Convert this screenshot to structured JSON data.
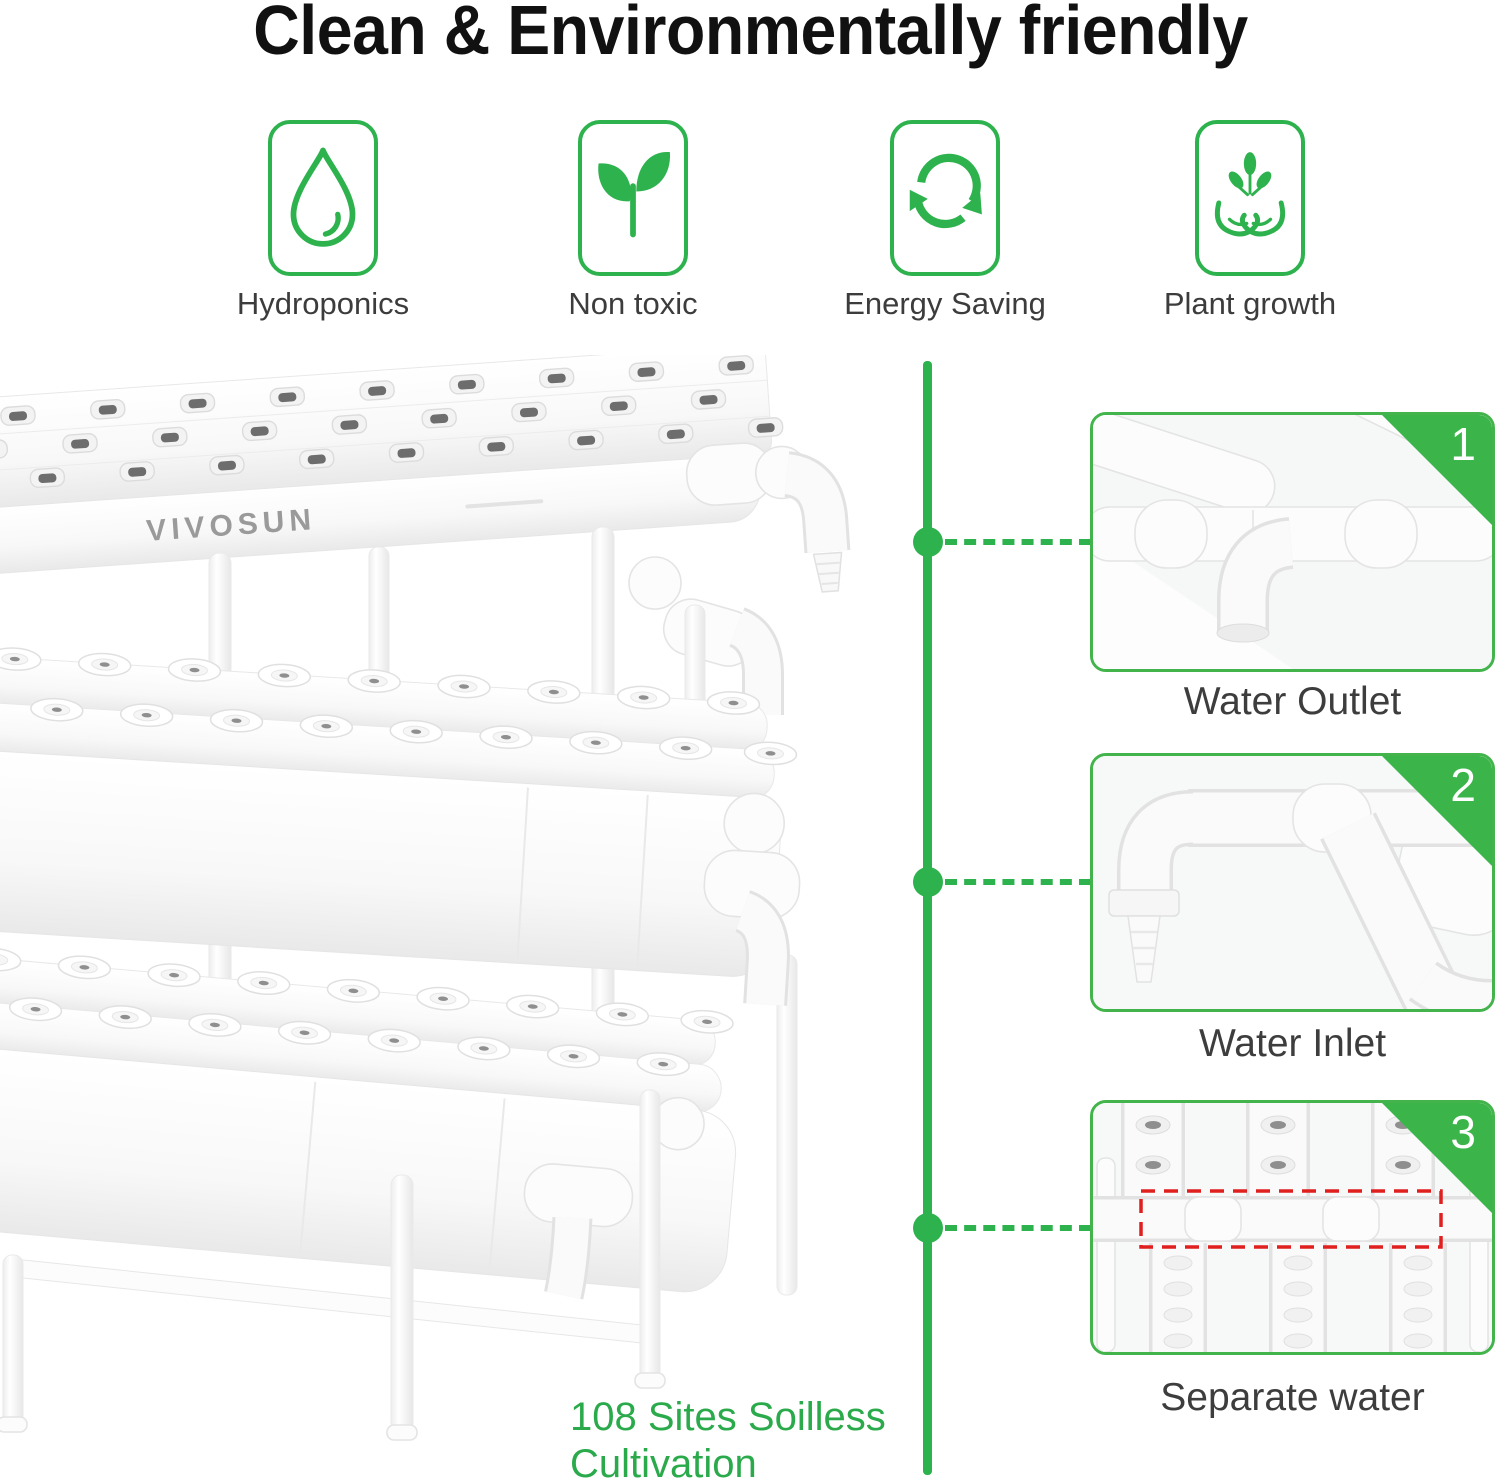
{
  "title": "Clean & Environmentally friendly",
  "features": [
    {
      "icon": "water-drop-icon",
      "label": "Hydroponics"
    },
    {
      "icon": "sprout-icon",
      "label": "Non toxic"
    },
    {
      "icon": "recycle-icon",
      "label": "Energy Saving"
    },
    {
      "icon": "plant-hands-icon",
      "label": "Plant growth"
    }
  ],
  "product": {
    "brand": "VIVOSUN",
    "caption_lines": [
      "108 Sites Soilless",
      "Cultivation"
    ]
  },
  "callouts": [
    {
      "number": "1",
      "label": "Water Outlet"
    },
    {
      "number": "2",
      "label": "Water Inlet"
    },
    {
      "number": "3",
      "label": "Separate water"
    }
  ],
  "colors": {
    "accent_green": "#2db24e",
    "badge_green": "#3bb54a",
    "caption_green": "#2aaa4b",
    "label_gray": "#3d3d3d",
    "title_black": "#111111",
    "logo_gray": "#9a9a9a",
    "highlight_red": "#e01f1f"
  }
}
